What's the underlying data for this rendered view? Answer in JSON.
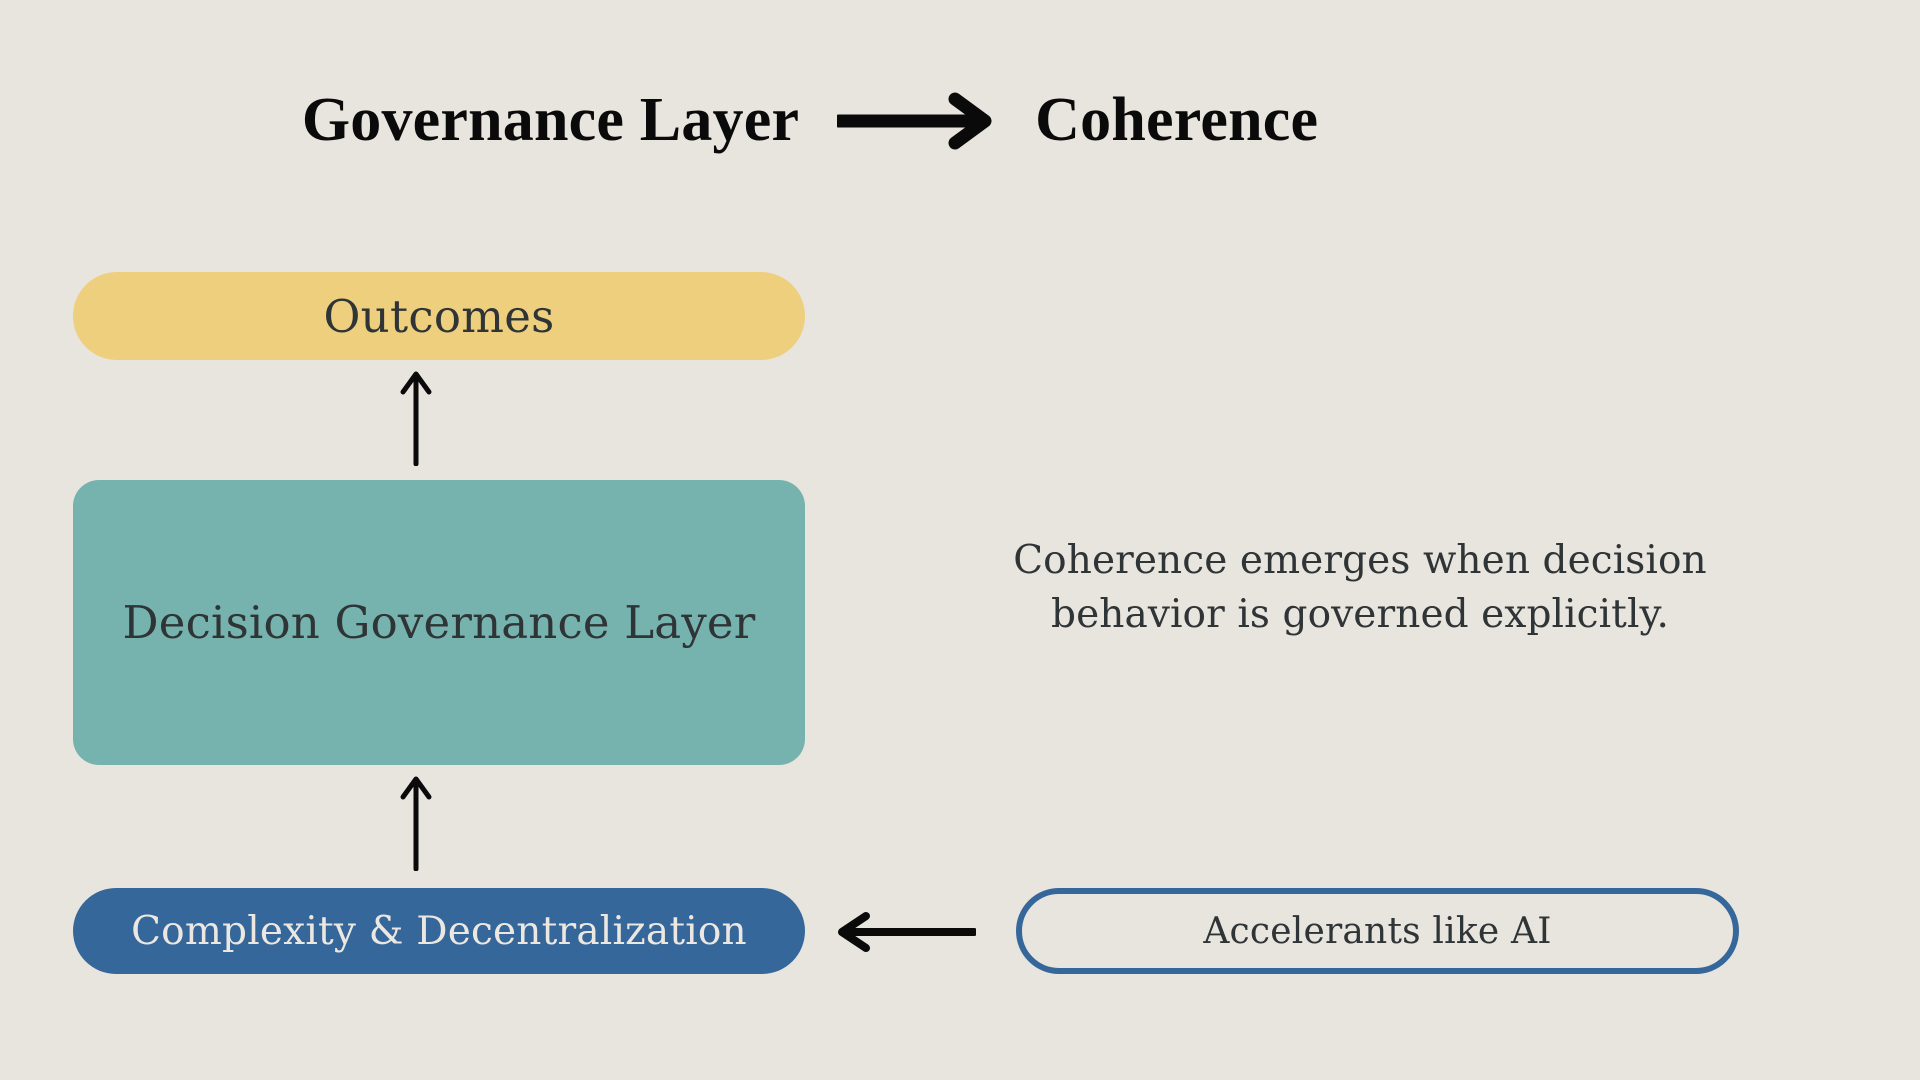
{
  "background_color": "#e8e4de",
  "title": {
    "left_text": "Governance Layer",
    "right_text": "Coherence",
    "arrow_icon": "arrow-right-icon"
  },
  "flow": {
    "nodes": [
      {
        "id": "outcomes",
        "label": "Outcomes",
        "fill_color": "#edcf7d",
        "text_color": "#2f3436",
        "shape": "rounded-pill"
      },
      {
        "id": "decision-governance-layer",
        "label": "Decision Governance Layer",
        "fill_color": "#76b3ae",
        "text_color": "#2f3436",
        "shape": "rounded-rect"
      },
      {
        "id": "complexity-decentralization",
        "label": "Complexity & Decentralization",
        "fill_color": "#35679b",
        "text_color": "#ece8e1",
        "shape": "pill"
      },
      {
        "id": "accelerants",
        "label": "Accelerants like AI",
        "fill_color": "transparent",
        "border_color": "#35699d",
        "text_color": "#2f3436",
        "shape": "pill-outline"
      }
    ],
    "connectors": [
      {
        "id": "dgl-to-outcomes",
        "icon": "arrow-up-icon",
        "from": "decision-governance-layer",
        "to": "outcomes"
      },
      {
        "id": "complexity-to-dgl",
        "icon": "arrow-up-icon",
        "from": "complexity-decentralization",
        "to": "decision-governance-layer"
      },
      {
        "id": "accelerants-to-complexity",
        "icon": "arrow-left-icon",
        "from": "accelerants",
        "to": "complexity-decentralization"
      }
    ]
  },
  "caption": {
    "line1": "Coherence emerges when decision",
    "line2": "behavior is governed explicitly."
  }
}
